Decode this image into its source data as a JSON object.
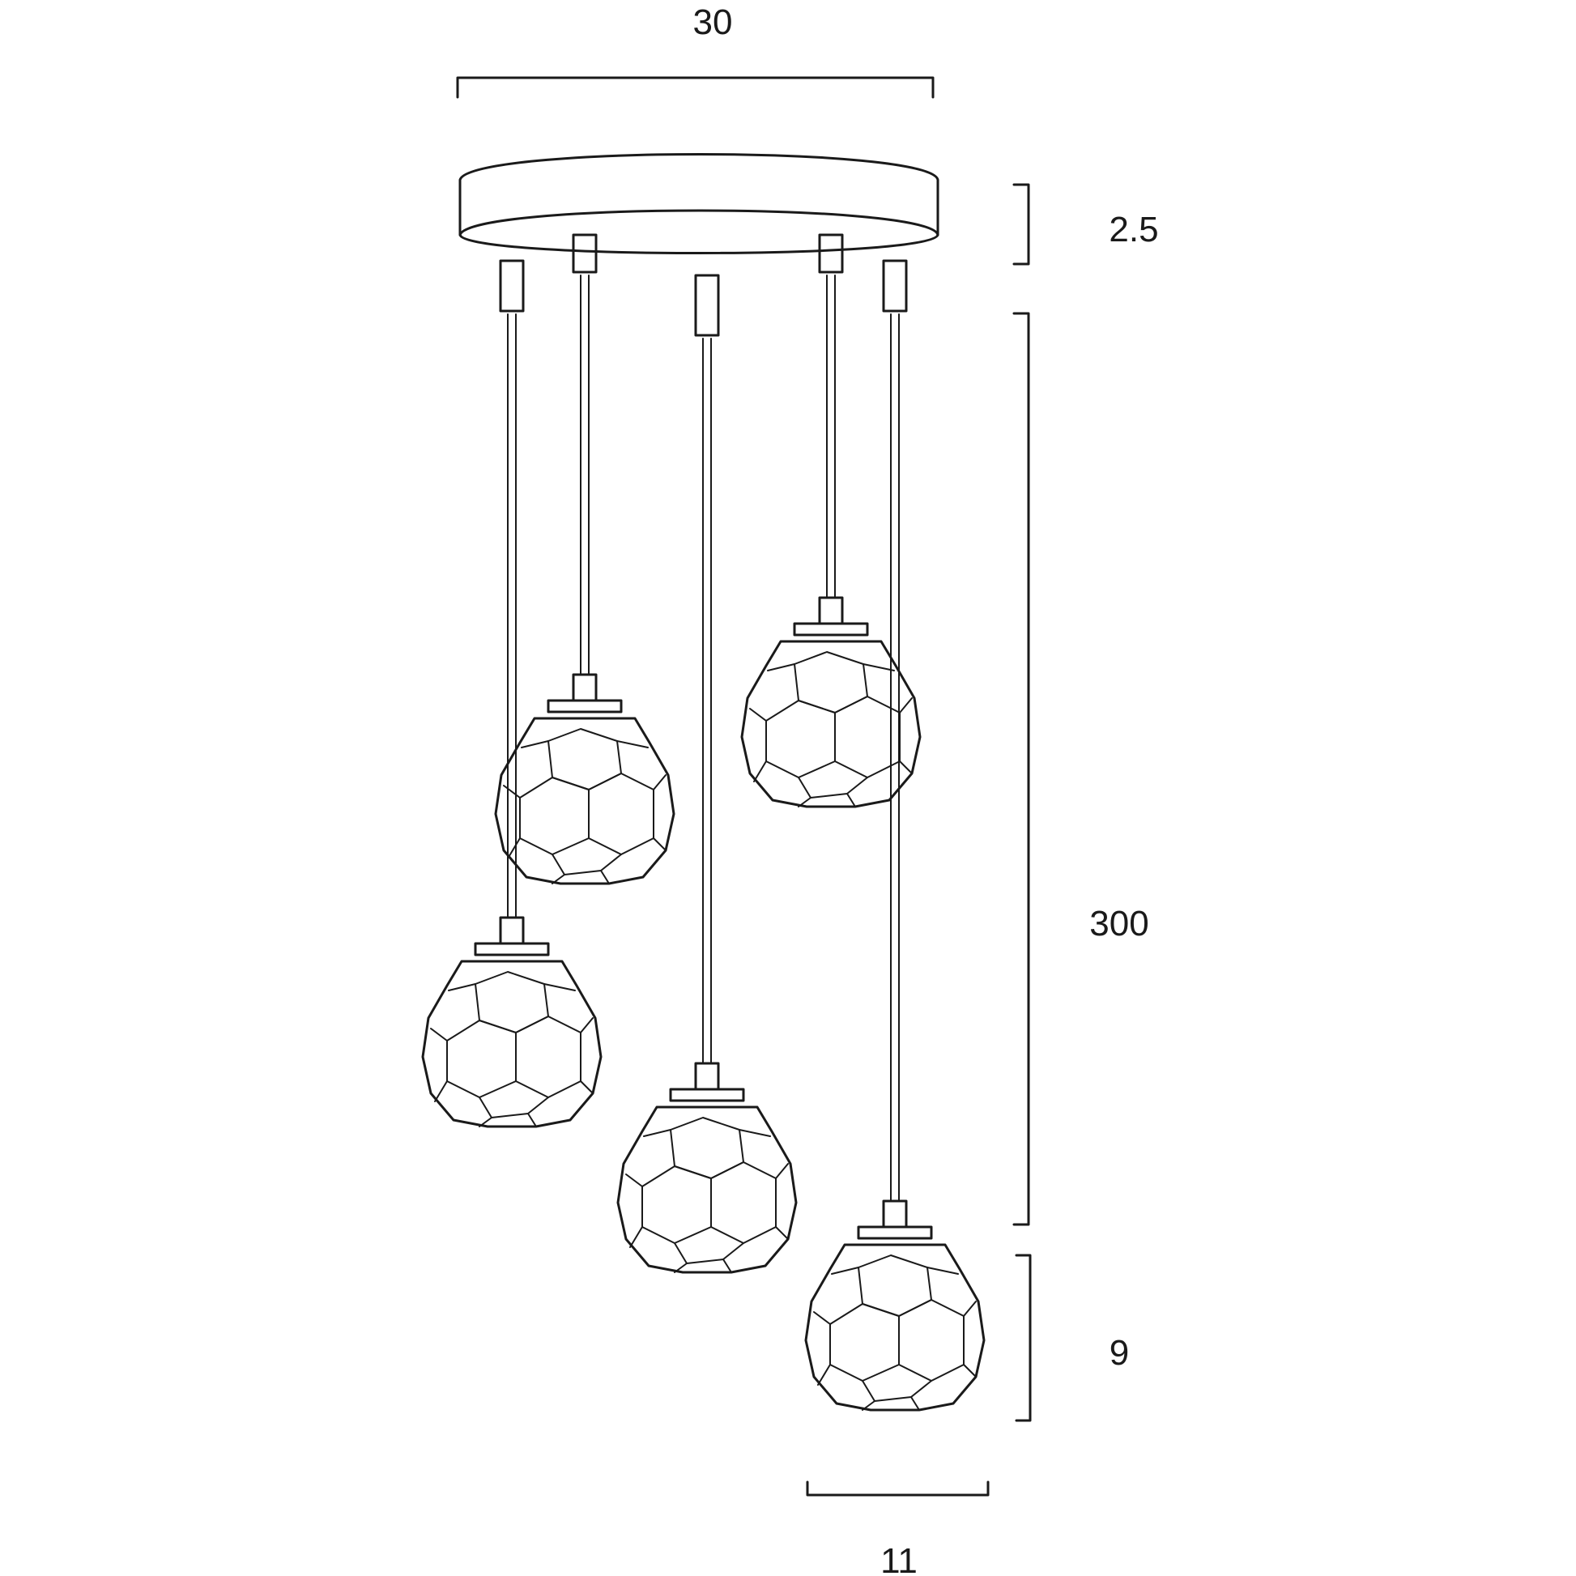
{
  "dimensions": {
    "canopy_diameter": "30",
    "canopy_height": "2.5",
    "drop_length": "300",
    "shade_height": "9",
    "shade_width": "11"
  },
  "colors": {
    "line": "#1a1a1a",
    "background": "#ffffff"
  }
}
